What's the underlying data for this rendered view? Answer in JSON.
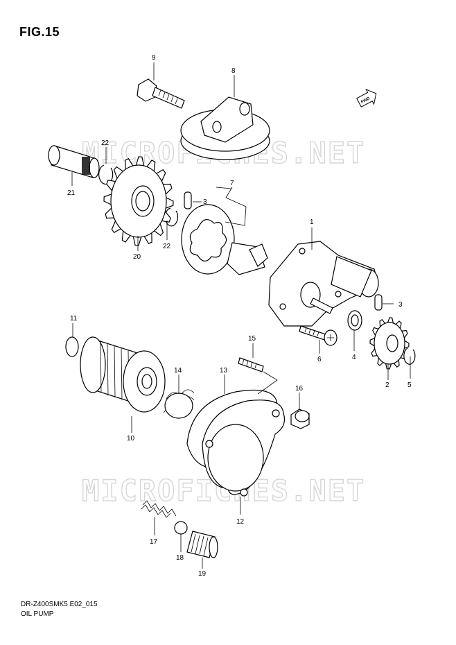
{
  "figure_label": "FIG.15",
  "diagram_code": "DR-Z400SMK5 E02_015",
  "diagram_name": "OIL PUMP",
  "watermark": "MICROFICHES.NET",
  "fwd_label": "FWD",
  "callouts": [
    "1",
    "2",
    "3",
    "3",
    "4",
    "5",
    "6",
    "7",
    "8",
    "9",
    "10",
    "11",
    "12",
    "13",
    "14",
    "15",
    "16",
    "17",
    "18",
    "19",
    "20",
    "21",
    "22",
    "22"
  ]
}
